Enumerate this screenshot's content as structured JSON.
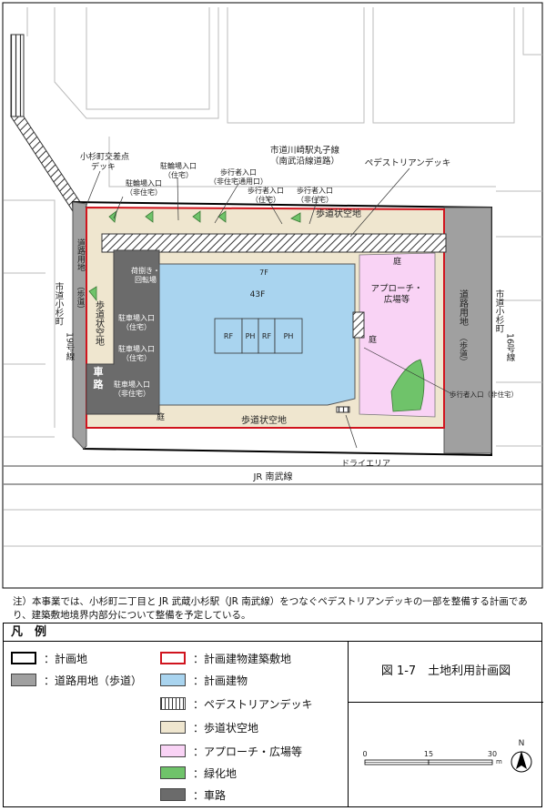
{
  "map": {
    "labels": {
      "kosugi_crossing_deck": "小杉町交差点\nデッキ",
      "road_north": "市道川崎駅丸子線\n（南武沿線道路）",
      "pedestrian_deck": "ペデストリアンデッキ",
      "bike_entrance_res": "駐輪場入口\n（住宅）",
      "bike_entrance_nonres": "駐輪場入口\n（非住宅）",
      "ped_entrance_nonres_common": "歩行者入口\n（非住宅通用口）",
      "ped_entrance_res": "歩行者入口\n（住宅）",
      "ped_entrance_nonres": "歩行者入口\n（非住宅）",
      "sidewalk_space_north": "歩道状空地",
      "sidewalk_space_south": "歩道状空地",
      "sidewalk_space_west": "歩道状空地",
      "niwa_n": "庭",
      "niwa_e": "庭",
      "niwa_s": "庭",
      "floor_7f": "7F",
      "floor_43f": "43F",
      "rf1": "RF",
      "ph1": "PH",
      "rf2": "RF",
      "ph2": "PH",
      "loading": "荷捌き・\n回転場",
      "parking_res1": "駐車場入口\n（住宅）",
      "parking_res2": "駐車場入口\n（住宅）",
      "parking_nonres": "駐車場入口\n（非住宅）",
      "vehicle_road": "車\n路",
      "road_land_west": "道路用地",
      "road_land_west_sub": "（歩道）",
      "road_west": "市道小杉町\n19号線",
      "approach": "アプローチ・\n広場等",
      "road_land_east": "道路用地\n（歩道）",
      "road_east": "市道小杉町\n16号線",
      "ped_entrance_res_e": "歩行者入口（非住宅）",
      "dry_area": "ドライエリア",
      "jr_line": "JR 南武線"
    }
  },
  "note": "注）本事業では、小杉町二丁目と JR 武蔵小杉駅（JR 南武線）をつなぐペデストリアンデッキの一部を整備する計画であり、建築敷地境界内部分について整備を予定している。",
  "legend": {
    "heading": "凡　例",
    "items_left": [
      {
        "label": "：計画地",
        "color": "#ffffff",
        "border": "#000000"
      },
      {
        "label": "：道路用地（歩道）",
        "color": "#a0a0a0",
        "border": "#555555"
      }
    ],
    "items_right": [
      {
        "label": "：計画建物建築敷地",
        "color": "#ffffff",
        "border": "#d0141e"
      },
      {
        "label": "：計画建物",
        "color": "#a9d4ef",
        "border": "#555555"
      },
      {
        "label": "：ペデストリアンデッキ",
        "color": "hatch",
        "border": "#555555"
      },
      {
        "label": "：歩道状空地",
        "color": "#efe6cf",
        "border": "#555555"
      },
      {
        "label": "：アプローチ・広場等",
        "color": "#f9d3f5",
        "border": "#555555"
      },
      {
        "label": "：緑化地",
        "color": "#6fc36a",
        "border": "#555555"
      },
      {
        "label": "：車路",
        "color": "#6b6b6b",
        "border": "#555555"
      }
    ],
    "figure_title": "図 1-7　土地利用計画図",
    "scale": {
      "ticks": [
        "0",
        "15",
        "30"
      ],
      "unit": "m"
    },
    "north": "N"
  }
}
